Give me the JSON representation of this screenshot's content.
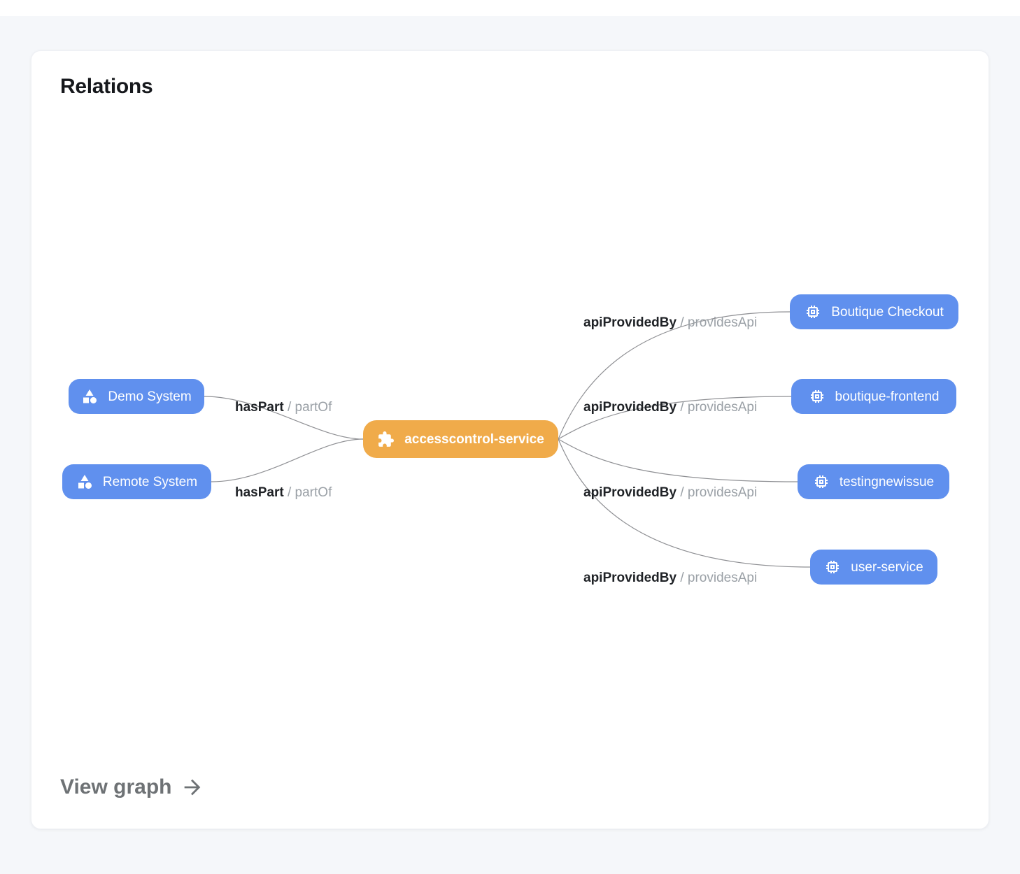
{
  "card": {
    "title": "Relations",
    "view_graph": {
      "label": "View graph"
    }
  },
  "colors": {
    "blue_node": "#6090ee",
    "orange_node": "#f0ab4a",
    "edge_line": "#8f9094"
  },
  "graph": {
    "separator": " / ",
    "center": {
      "label": "accesscontrol-service",
      "icon": "puzzle-icon"
    },
    "sources": [
      {
        "label": "Demo System",
        "icon": "shapes-icon",
        "edge": {
          "relation": "hasPart",
          "inverse": "partOf"
        }
      },
      {
        "label": "Remote System",
        "icon": "shapes-icon",
        "edge": {
          "relation": "hasPart",
          "inverse": "partOf"
        }
      }
    ],
    "targets": [
      {
        "label": "Boutique Checkout",
        "icon": "chip-icon",
        "edge": {
          "relation": "apiProvidedBy",
          "inverse": "providesApi"
        }
      },
      {
        "label": "boutique-frontend",
        "icon": "chip-icon",
        "edge": {
          "relation": "apiProvidedBy",
          "inverse": "providesApi"
        }
      },
      {
        "label": "testingnewissue",
        "icon": "chip-icon",
        "edge": {
          "relation": "apiProvidedBy",
          "inverse": "providesApi"
        }
      },
      {
        "label": "user-service",
        "icon": "chip-icon",
        "edge": {
          "relation": "apiProvidedBy",
          "inverse": "providesApi"
        }
      }
    ]
  }
}
